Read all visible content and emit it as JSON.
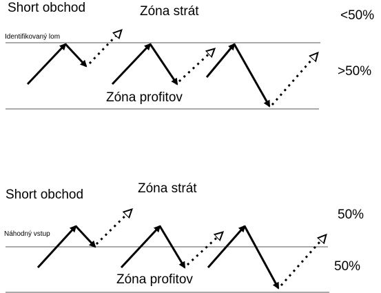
{
  "panels": [
    {
      "title": "Short obchod",
      "loss_zone_label": "Zóna strát",
      "profit_zone_label": "Zóna profitov",
      "line_label": "Identifikovaný lom",
      "upper_percent": "<50%",
      "lower_percent": ">50%"
    },
    {
      "title": "Short obchod",
      "loss_zone_label": "Zóna strát",
      "profit_zone_label": "Zóna profitov",
      "line_label": "Náhodný vstup",
      "upper_percent": "50%",
      "lower_percent": "50%"
    }
  ],
  "colors": {
    "line": "#000000",
    "guide_line": "#555555"
  }
}
